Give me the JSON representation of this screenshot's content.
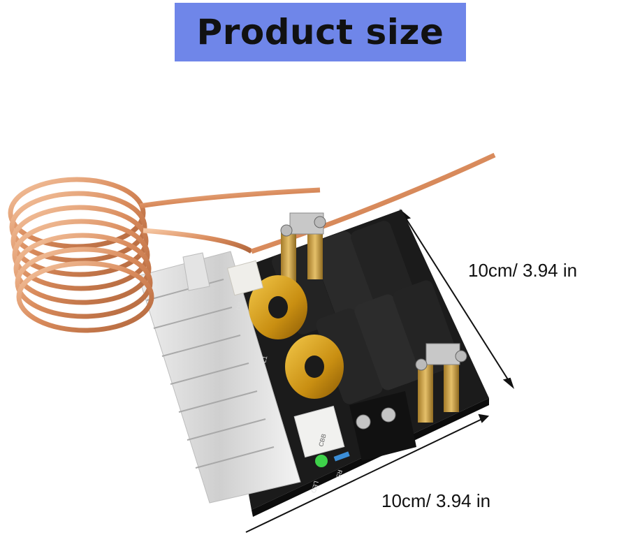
{
  "banner": {
    "title": "Product size",
    "color": "#6f86e9"
  },
  "dimensions": {
    "depth_label": "10cm/  3.94 in",
    "width_label": "10cm/  3.94 in"
  },
  "product": {
    "icon": "induction-heater-board-image",
    "board_markings": {
      "d2": "D2",
      "l1": "L1",
      "cap": "CBB",
      "r5": "R5",
      "led": "LED"
    }
  }
}
